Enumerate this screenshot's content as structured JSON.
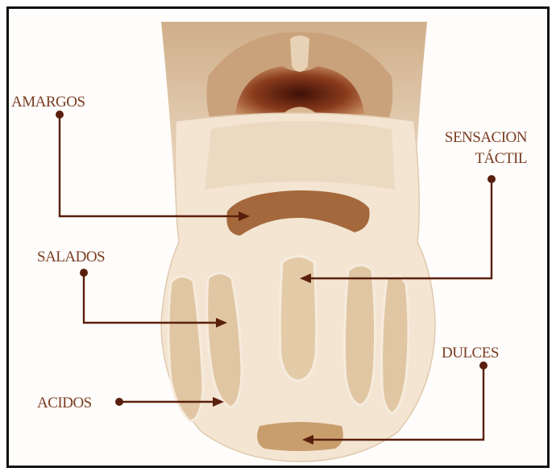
{
  "labels": {
    "amargos": "AMARGOS",
    "sensacion_1": "SENSACION",
    "sensacion_2": "TÁCTIL",
    "salados": "SALADOS",
    "acidos": "ACIDOS",
    "dulces": "DULCES"
  },
  "colors": {
    "tongue": "#f2e3cf",
    "tongue_edge": "#dcc4a8",
    "throat": "#d2b391",
    "throat_dark": "#6e2a14",
    "zone": "#e3cba8",
    "bitter_zone": "#a26a3d",
    "sweet_zone": "#c99e6d",
    "leader": "#5a1f0c",
    "label_text": "#7a3c21"
  }
}
